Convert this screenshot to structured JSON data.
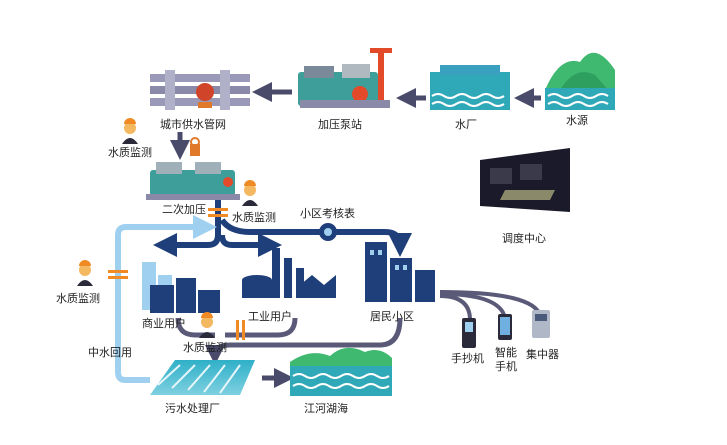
{
  "labels": {
    "water_source": "水源",
    "water_plant": "水厂",
    "booster_station": "加压泵站",
    "city_network": "城市供水管网",
    "wq_monitor_1": "水质监测",
    "secondary_boost": "二次加压",
    "wq_monitor_2": "水质监测",
    "district_meter": "小区考核表",
    "dispatch_center": "调度中心",
    "wq_monitor_3": "水质监测",
    "commercial_user": "商业用户",
    "industrial_user": "工业用户",
    "residential_area": "居民小区",
    "reclaimed_water": "中水回用",
    "wq_monitor_4": "水质监测",
    "sewage_plant": "污水处理厂",
    "rivers_lakes": "江河湖海",
    "handheld_reader": "手抄机",
    "smart_phone_line1": "智能",
    "smart_phone_line2": "手机",
    "concentrator": "集中器"
  },
  "colors": {
    "dark_navy": "#1f3f7a",
    "pipe_gray": "#5a5a78",
    "light_blue_pipe": "#9fd0f0",
    "water_teal": "#2fa8b8",
    "green": "#3fb870",
    "orange": "#f08a24"
  }
}
